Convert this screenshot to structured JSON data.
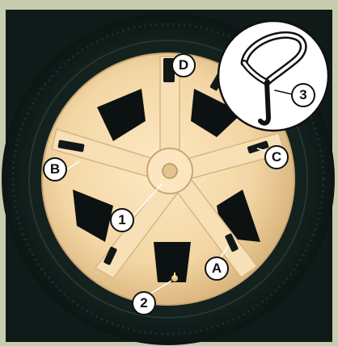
{
  "callouts": {
    "one": "1",
    "two": "2",
    "three": "3",
    "a": "A",
    "b": "B",
    "c": "C",
    "d": "D"
  },
  "colors": {
    "border": "#c9cdb0",
    "background": "#0f1a19",
    "tyre": "#0b1716",
    "hubcap": "#f5ddb0",
    "hubcap_shadow": "#d9b989",
    "callout_fill": "#ffffff",
    "callout_stroke": "#111111"
  },
  "icons": {
    "tool": "wheel-trim-removal-hook-icon",
    "tool_callout": "leader-line"
  }
}
